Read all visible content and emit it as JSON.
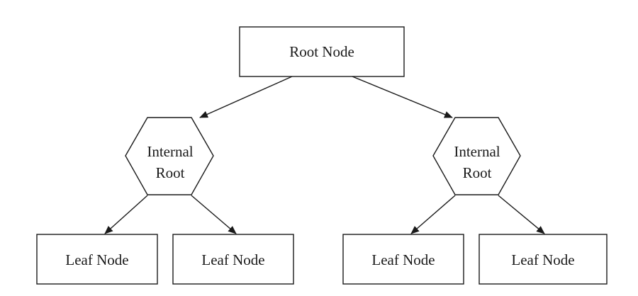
{
  "root": {
    "label": "Root Node"
  },
  "internals": [
    {
      "lines": [
        "Internal",
        "Root"
      ]
    },
    {
      "lines": [
        "Internal",
        "Root"
      ]
    }
  ],
  "leaves": [
    {
      "label": "Leaf Node"
    },
    {
      "label": "Leaf Node"
    },
    {
      "label": "Leaf Node"
    },
    {
      "label": "Leaf Node"
    }
  ],
  "colors": {
    "stroke": "#1a1a1a",
    "fill": "#ffffff"
  }
}
